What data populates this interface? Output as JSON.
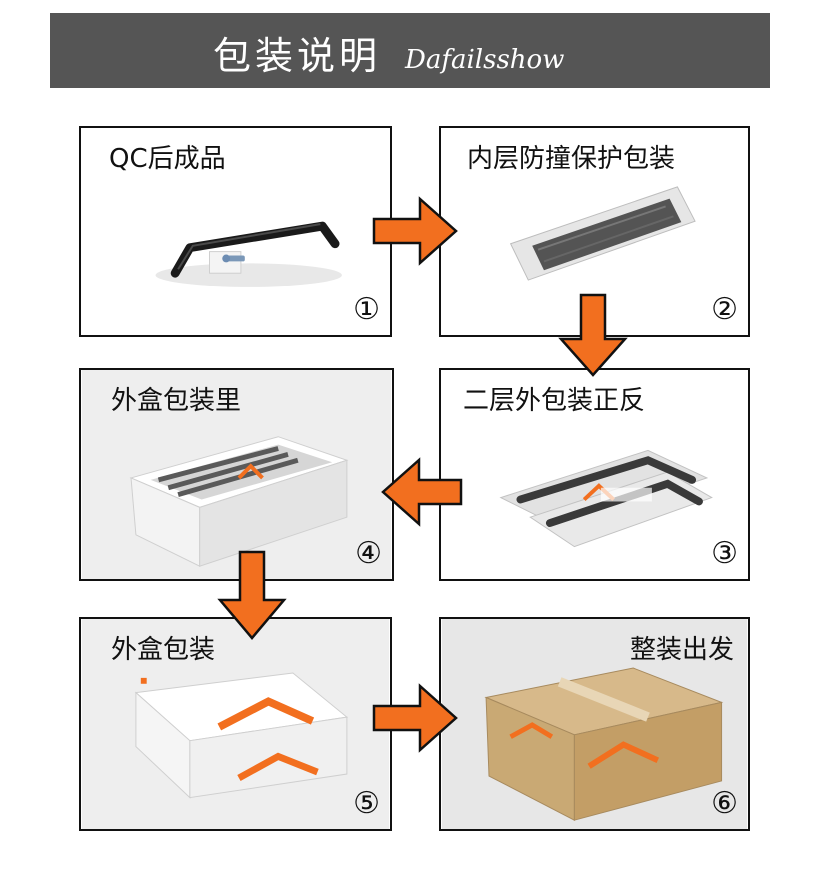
{
  "header": {
    "title": "包装说明",
    "brand": "Dafailsshow",
    "background_color": "#555555"
  },
  "steps": [
    {
      "label": "QC后成品",
      "number": "①"
    },
    {
      "label": "内层防撞保护包装",
      "number": "②"
    },
    {
      "label": "二层外包装正反",
      "number": "③"
    },
    {
      "label": "外盒包装里",
      "number": "④"
    },
    {
      "label": "外盒包装",
      "number": "⑤"
    },
    {
      "label": "整装出发",
      "number": "⑥"
    }
  ],
  "colors": {
    "arrow": "#f26f1f",
    "border": "#111111"
  }
}
